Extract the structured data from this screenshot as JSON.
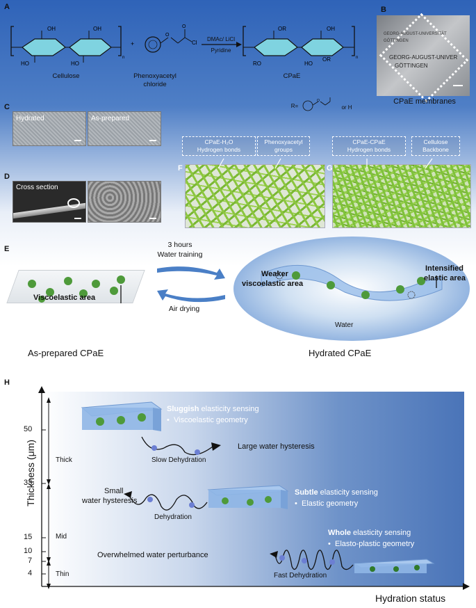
{
  "panels": {
    "A": "A",
    "B": "B",
    "C": "C",
    "D": "D",
    "E": "E",
    "F": "F",
    "G": "G",
    "H": "H"
  },
  "synthesis": {
    "oh": "OH",
    "ho": "HO",
    "or": "OR",
    "ro": "RO",
    "cl": "Cl",
    "n": "n",
    "plus": "+",
    "cellulose": "Cellulose",
    "reagent_line1": "Phenoxyacetyl",
    "reagent_line2": "chloride",
    "conditions_top": "DMAc/ LiCl",
    "conditions_bottom": "Pyridine",
    "product": "CPaE",
    "r_definition": "R=",
    "r_or_h": "or H"
  },
  "membrane_photo": {
    "text_line1": "GEORG-AUGUST-UNIVERSITÄT",
    "text_line2": "GÖTTINGEN",
    "text_line3": "GEORG-AUGUST-UNIVER",
    "text_line4": "GÖTTINGEN",
    "caption": "CPaE membranes"
  },
  "sem_c": {
    "left": "Hydrated",
    "right": "As-prepared"
  },
  "sem_d": {
    "left": "Cross section"
  },
  "boxes_f": {
    "b1_l1": "CPaE-H₂O",
    "b1_l2": "Hydrogen bonds",
    "b2_l1": "Phenoxyacetyl",
    "b2_l2": "groups"
  },
  "boxes_g": {
    "b1_l1": "CPaE-CPaE",
    "b1_l2": "Hydrogen bonds",
    "b2_l1": "Cellulose",
    "b2_l2": "Backbone"
  },
  "panel_e": {
    "training_l1": "3 hours",
    "training_l2": "Water training",
    "air_drying": "Air drying",
    "viscoelastic": "Viscoelastic area",
    "weaker_l1": "Weaker",
    "weaker_l2": "viscoelastic area",
    "intensified_l1": "Intensified",
    "intensified_l2": "elastic area",
    "water": "Water",
    "as_prepared": "As-prepared CPaE",
    "hydrated": "Hydrated CPaE"
  },
  "panel_h": {
    "y_axis_label": "Thickness (μm)",
    "x_axis_label": "Hydration status",
    "ticks": [
      "50",
      "33",
      "15",
      "10",
      "7",
      "4"
    ],
    "ranges": {
      "thick": "Thick",
      "mid": "Mid",
      "thin": "Thin"
    },
    "sluggish_bold": "Sluggish",
    "sluggish_rest": " elasticity sensing",
    "sluggish_sub": "Viscoelastic geometry",
    "large_hysteresis": "Large water hysteresis",
    "slow_dehydration": "Slow Dehydration",
    "small_l1": "Small",
    "small_l2": "water hysteresis",
    "dehydration": "Dehydration",
    "subtle_bold": "Subtle",
    "subtle_rest": " elasticity sensing",
    "subtle_sub": "Elastic geometry",
    "whole_bold": "Whole",
    "whole_rest": " elasticity sensing",
    "whole_sub": "Elasto-plastic geometry",
    "overwhelmed": "Overwhelmed water perturbance",
    "fast_dehydration": "Fast Dehydration",
    "bullet": "•"
  }
}
